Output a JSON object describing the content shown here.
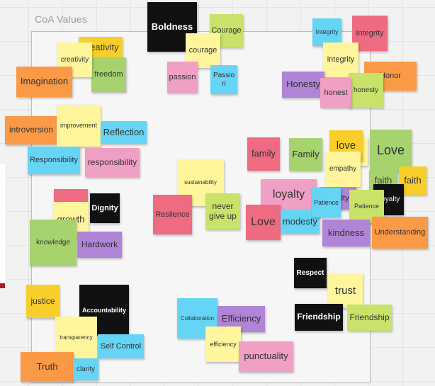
{
  "board": {
    "frame_title": "CoA Values",
    "colors": {
      "yellow": "#fff59c",
      "pink": "#f09fc5",
      "green": "#a6d36e",
      "red": "#ee6b82",
      "orange": "#fb9a46",
      "blue": "#66d5f5",
      "purple": "#b084d6",
      "lime": "#c8e26a",
      "black": "#111111",
      "gold": "#f8cf2a"
    }
  },
  "notes": [
    {
      "text": "Boldness",
      "color": "black",
      "bold": true
    },
    {
      "text": "Courage",
      "color": "lime"
    },
    {
      "text": "courage",
      "color": "yellow"
    },
    {
      "text": "passion",
      "color": "pink"
    },
    {
      "text": "Passion",
      "color": "blue"
    },
    {
      "text": "creativity",
      "color": "gold"
    },
    {
      "text": "freedom",
      "color": "green"
    },
    {
      "text": "creativity",
      "color": "yellow"
    },
    {
      "text": "Imagination",
      "color": "orange"
    },
    {
      "text": "Integrity",
      "color": "blue"
    },
    {
      "text": "Integrity",
      "color": "red"
    },
    {
      "text": "integrity",
      "color": "yellow"
    },
    {
      "text": "Honor",
      "color": "orange"
    },
    {
      "text": "Honesty",
      "color": "purple"
    },
    {
      "text": "honesty",
      "color": "lime"
    },
    {
      "text": "honest",
      "color": "pink"
    },
    {
      "text": "introversion",
      "color": "orange"
    },
    {
      "text": "improvement",
      "color": "yellow"
    },
    {
      "text": "Reflection",
      "color": "blue"
    },
    {
      "text": "Responsibility",
      "color": "blue"
    },
    {
      "text": "responsibility",
      "color": "pink"
    },
    {
      "text": "family",
      "color": "red"
    },
    {
      "text": "Family",
      "color": "green"
    },
    {
      "text": "love",
      "color": "yellow"
    },
    {
      "text": "love",
      "color": "gold"
    },
    {
      "text": "Love",
      "color": "green"
    },
    {
      "text": "empathy",
      "color": "yellow"
    },
    {
      "text": "faith",
      "color": "green"
    },
    {
      "text": "faith",
      "color": "gold"
    },
    {
      "text": "",
      "color": "red"
    },
    {
      "text": "growth",
      "color": "yellow"
    },
    {
      "text": "Dignity",
      "color": "black",
      "bold": true
    },
    {
      "text": "knowledge",
      "color": "green"
    },
    {
      "text": "Hardwork",
      "color": "purple"
    },
    {
      "text": "sustainability",
      "color": "yellow"
    },
    {
      "text": "Resilence",
      "color": "red"
    },
    {
      "text": "never give up",
      "color": "lime"
    },
    {
      "text": "loyalty",
      "color": "pink"
    },
    {
      "text": "loyalty",
      "color": "purple"
    },
    {
      "text": "Love",
      "color": "red"
    },
    {
      "text": "modesty",
      "color": "blue"
    },
    {
      "text": "Patience",
      "color": "blue"
    },
    {
      "text": "Loyalty",
      "color": "black"
    },
    {
      "text": "Patience",
      "color": "lime"
    },
    {
      "text": "kindness",
      "color": "purple"
    },
    {
      "text": "Understanding",
      "color": "orange"
    },
    {
      "text": "Respect",
      "color": "black",
      "bold": true
    },
    {
      "text": "trust",
      "color": "yellow"
    },
    {
      "text": "Friendship",
      "color": "black",
      "bold": true
    },
    {
      "text": "Friendship",
      "color": "lime"
    },
    {
      "text": "justice",
      "color": "gold"
    },
    {
      "text": "Accountability",
      "color": "black",
      "bold": true
    },
    {
      "text": "transparency",
      "color": "yellow"
    },
    {
      "text": "Self Control",
      "color": "blue"
    },
    {
      "text": "Truth",
      "color": "orange"
    },
    {
      "text": "clarity",
      "color": "blue"
    },
    {
      "text": "Collaboration",
      "color": "blue"
    },
    {
      "text": "Efficiency",
      "color": "purple"
    },
    {
      "text": "efficiency",
      "color": "yellow"
    },
    {
      "text": "punctuality",
      "color": "pink"
    }
  ]
}
